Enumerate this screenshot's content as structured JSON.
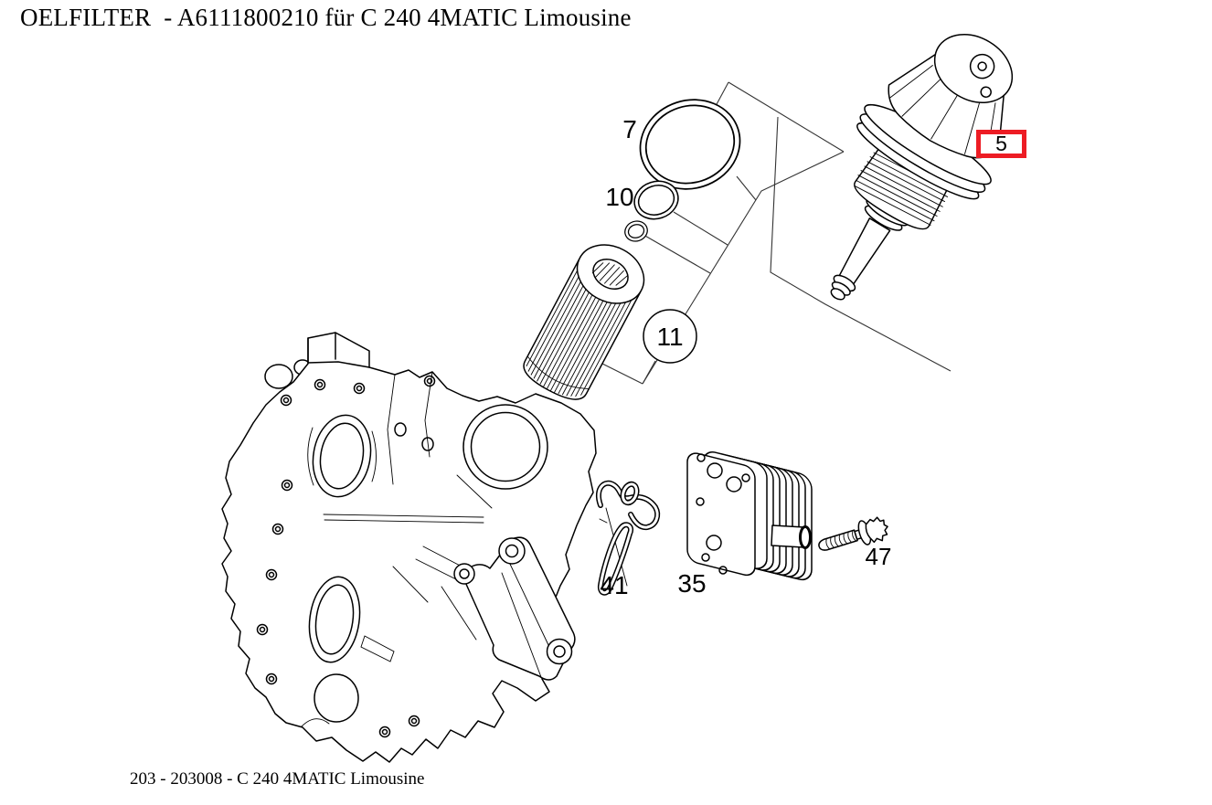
{
  "header": {
    "title": "OELFILTER  - A6111800210 für C 240 4MATIC Limousine"
  },
  "footer": {
    "text": "203 - 203008 - C 240 4MATIC Limousine"
  },
  "colors": {
    "highlight_red": "#ED1C24",
    "line_black": "#000000",
    "background": "#FFFFFF"
  },
  "diagram": {
    "type": "exploded-parts-drawing",
    "subject": "Oil filter with oil cooler mounted on engine timing cover",
    "parts": {
      "cap": {
        "label": "5",
        "name": "oil-filter-housing-cap",
        "highlighted": true,
        "callout": "red-box"
      },
      "oring_large": {
        "label": "7",
        "name": "o-ring-large"
      },
      "oring_small": {
        "label": "10",
        "name": "o-ring-small"
      },
      "element": {
        "label": "11",
        "name": "oil-filter-element",
        "callout": "circle-balloon"
      },
      "cooler": {
        "label": "35",
        "name": "oil-cooler"
      },
      "gasket": {
        "label": "41",
        "name": "oil-cooler-gasket"
      },
      "screw": {
        "label": "47",
        "name": "fastening-screw"
      }
    }
  }
}
